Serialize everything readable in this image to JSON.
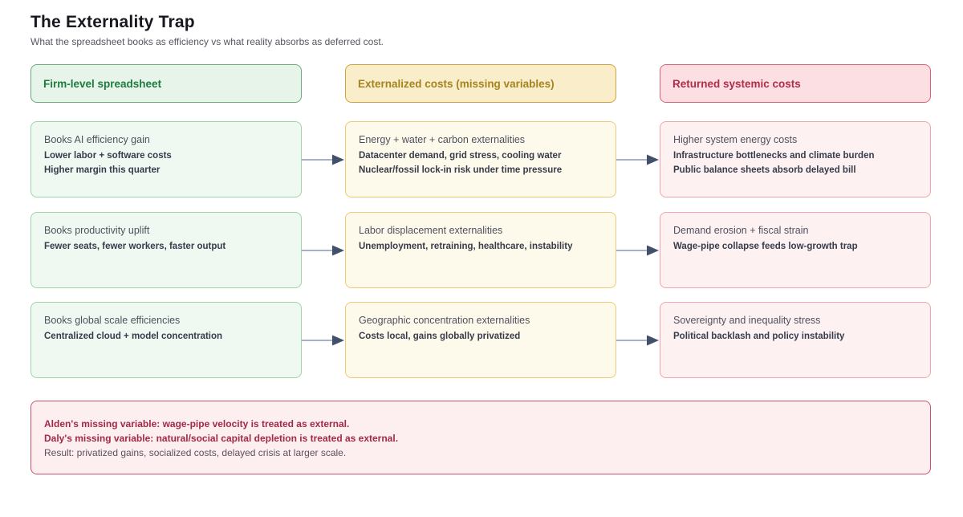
{
  "page": {
    "title": "The Externality Trap",
    "subtitle": "What the spreadsheet books as efficiency vs what reality absorbs as deferred cost."
  },
  "columns": [
    {
      "header": "Firm-level spreadsheet",
      "theme": "green",
      "accent_color": "#1e7a3f"
    },
    {
      "header": "Externalized costs (missing variables)",
      "theme": "yellow",
      "accent_color": "#a5831f"
    },
    {
      "header": "Returned systemic costs",
      "theme": "red",
      "accent_color": "#b02d4a"
    }
  ],
  "rows": [
    {
      "cells": [
        {
          "title": "Books AI efficiency gain",
          "details": [
            "Lower labor + software costs",
            "Higher margin this quarter"
          ]
        },
        {
          "title": "Energy + water + carbon externalities",
          "details": [
            "Datacenter demand, grid stress, cooling water",
            "Nuclear/fossil lock-in risk under time pressure"
          ]
        },
        {
          "title": "Higher system energy costs",
          "details": [
            "Infrastructure bottlenecks and climate burden",
            "Public balance sheets absorb delayed bill"
          ]
        }
      ]
    },
    {
      "cells": [
        {
          "title": "Books productivity uplift",
          "details": [
            "Fewer seats, fewer workers, faster output"
          ]
        },
        {
          "title": "Labor displacement externalities",
          "details": [
            "Unemployment, retraining, healthcare, instability"
          ]
        },
        {
          "title": "Demand erosion + fiscal strain",
          "details": [
            "Wage-pipe collapse feeds low-growth trap"
          ]
        }
      ]
    },
    {
      "cells": [
        {
          "title": "Books global scale efficiencies",
          "details": [
            "Centralized cloud + model concentration"
          ]
        },
        {
          "title": "Geographic concentration externalities",
          "details": [
            "Costs local, gains globally privatized"
          ]
        },
        {
          "title": "Sovereignty and inequality stress",
          "details": [
            "Political backlash and policy instability"
          ]
        }
      ]
    }
  ],
  "footnote": {
    "lines": [
      {
        "text": "Alden's missing variable: wage-pipe velocity is treated as external.",
        "emphasis": "bold"
      },
      {
        "text": "Daly's missing variable: natural/social capital depletion is treated as external.",
        "emphasis": "bold"
      },
      {
        "text": "Result: privatized gains, socialized costs, delayed crisis at larger scale.",
        "emphasis": "normal"
      }
    ]
  },
  "colors": {
    "firm_border": "#6bab7d",
    "externalized_border": "#cda43f",
    "returned_border": "#d66273",
    "arrow_line": "#a9b2c8",
    "arrow_head": "#42506a",
    "footnote_accent": "#a12a46"
  }
}
